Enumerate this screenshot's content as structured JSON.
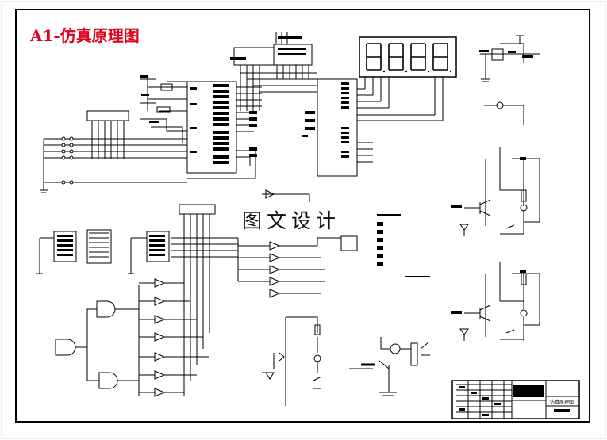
{
  "title": "A1-仿真原理图",
  "watermark": "图文设计",
  "display_digits": "8888",
  "title_block": {
    "drawing_name": "仿真原理图"
  },
  "colors": {
    "title": "#e0001b",
    "line": "#000000",
    "background": "#ffffff"
  }
}
